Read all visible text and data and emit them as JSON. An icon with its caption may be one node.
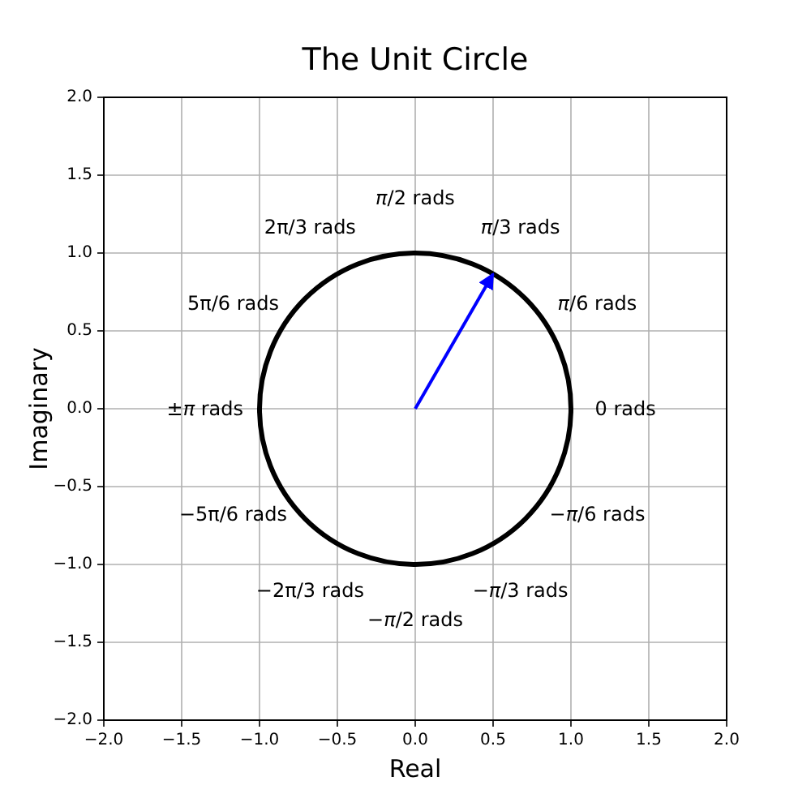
{
  "diagram": {
    "title": "The Unit Circle",
    "labels": [
      "*π*/2 rads",
      "2π/3 rads",
      "*π*/3 rads",
      "5π/6 rads",
      "*π*/6 rads",
      "±*π* rads",
      "0 rads",
      "−5π/6 rads",
      "−*π*/6 rads",
      "−2π/3 rads",
      "−*π*/3 rads",
      "−*π*/2 rads",
      "2.0",
      "1.5",
      "1.0",
      "0.5",
      "0.0",
      "−0.5",
      "−1.0",
      "−1.5",
      "−2.0",
      "−2.0",
      "−1.5",
      "−1.0",
      "−0.5",
      "0.0",
      "0.5",
      "1.0",
      "1.5",
      "2.0",
      "Real",
      "Imaginary"
    ]
  }
}
